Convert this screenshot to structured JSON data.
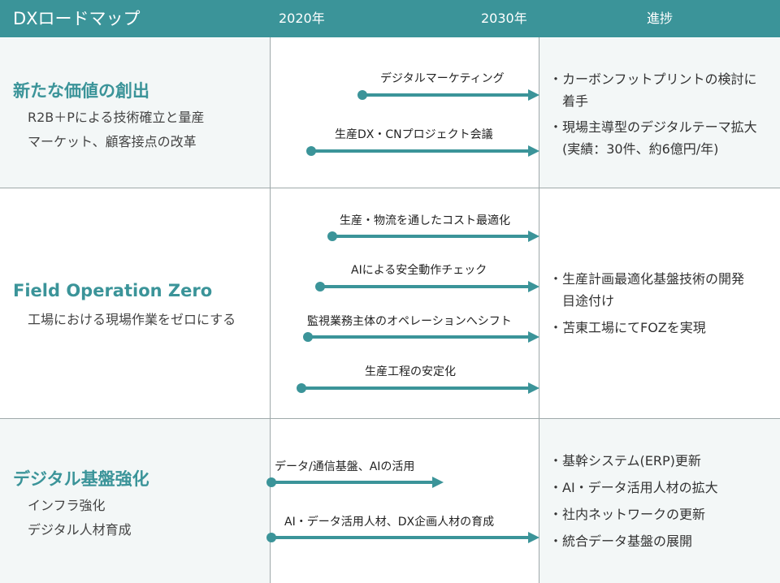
{
  "header": {
    "title": "DXロードマップ",
    "year_2020": "2020年",
    "year_2030": "2030年",
    "progress": "進捗"
  },
  "sections": [
    {
      "title": "新たな価値の創出",
      "subtitles": [
        "R2B＋Pによる技術確立と量産",
        "マーケット、顧客接点の改革"
      ],
      "arrows": [
        {
          "label": "デジタルマーケティング"
        },
        {
          "label": "生産DX・CNプロジェクト会議"
        }
      ],
      "progress": [
        [
          "・カーボンフットプリントの検討に",
          "　着手"
        ],
        [
          "・現場主導型のデジタルテーマ拡大",
          "　(実績：30件、約6億円/年)"
        ]
      ]
    },
    {
      "title": "Field Operation Zero",
      "subtitles": [
        "工場における現場作業をゼロにする"
      ],
      "arrows": [
        {
          "label": "生産・物流を通したコスト最適化"
        },
        {
          "label": "AIによる安全動作チェック"
        },
        {
          "label": "監視業務主体のオペレーションへシフト"
        },
        {
          "label": "生産工程の安定化"
        }
      ],
      "progress": [
        [
          "・生産計画最適化基盤技術の開発",
          "　目途付け"
        ],
        [
          "・苫東工場にてFOZを実現"
        ]
      ]
    },
    {
      "title": "デジタル基盤強化",
      "subtitles": [
        "インフラ強化",
        "デジタル人材育成"
      ],
      "arrows": [
        {
          "label": "データ/通信基盤、AIの活用"
        },
        {
          "label": "AI・データ活用人材、DX企画人材の育成"
        }
      ],
      "progress": [
        [
          "・基幹システム(ERP)更新"
        ],
        [
          "・AI・データ活用人材の拡大"
        ],
        [
          "・社内ネットワークの更新"
        ],
        [
          "・統合データ基盤の展開"
        ]
      ]
    }
  ],
  "colors": {
    "accent": "#3b9499",
    "shaded_bg": "#f3f7f7",
    "grid": "#9fa9aa"
  }
}
